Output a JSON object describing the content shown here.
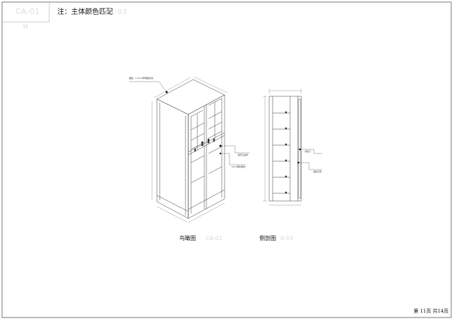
{
  "title_block": {
    "code": "CA-01",
    "sub": "H"
  },
  "header": {
    "note": "注：主体颜色匹配",
    "note_code": "PL-03"
  },
  "views": {
    "iso": {
      "label": "鸟瞰图",
      "code": "CA-01"
    },
    "section": {
      "label": "侧剖图",
      "code": "A-03"
    }
  },
  "callouts": {
    "top_panel": "面板：1.5mm厚钢板喷涂",
    "handle": "把手五金件",
    "glass": "5mm钢化玻璃",
    "hinge": "铰链门",
    "shelf": "层板可调"
  },
  "footer": {
    "pages": "第 11页   共14页"
  },
  "colors": {
    "line": "#333333",
    "frame": "#555555",
    "faded": "#d8d8d8"
  }
}
